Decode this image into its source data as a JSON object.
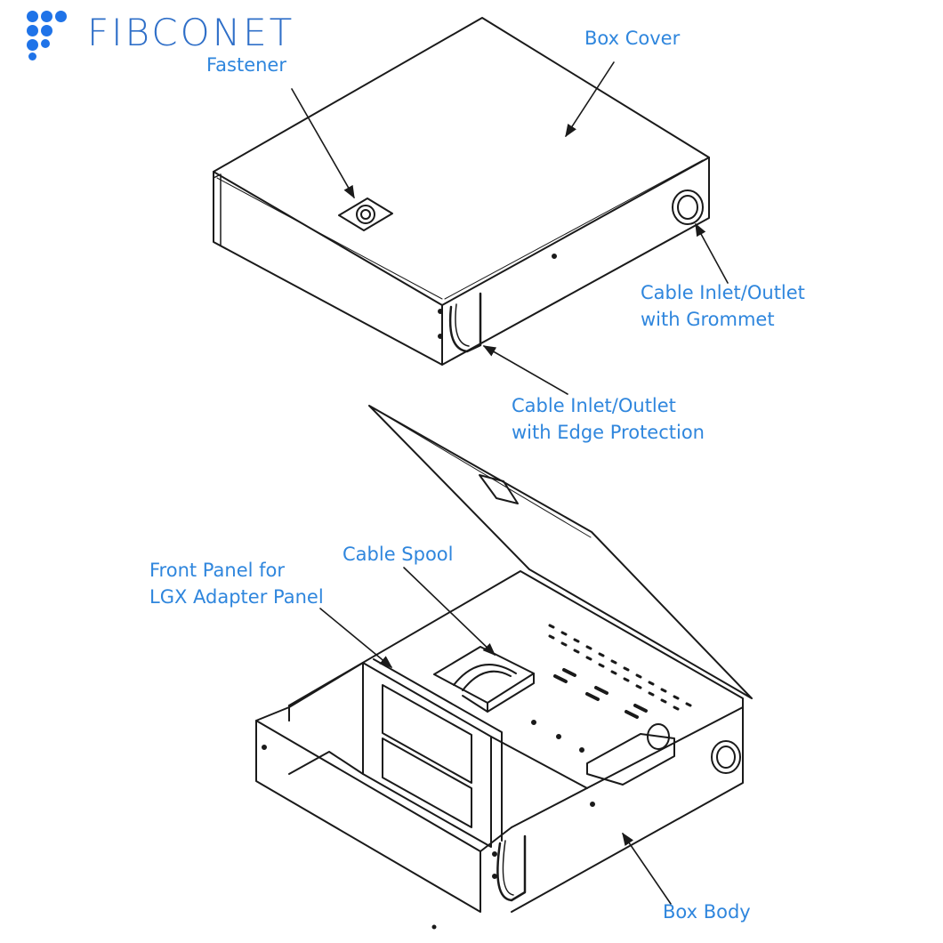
{
  "brand": {
    "name": "FIBCONET",
    "color": "#1f73e8"
  },
  "label_color": "#2f86dd",
  "labels": {
    "box_cover": [
      "Box Cover"
    ],
    "fastener": [
      "Fastener"
    ],
    "cable_grommet": [
      "Cable Inlet/Outlet",
      "with Grommet"
    ],
    "cable_edge": [
      "Cable Inlet/Outlet",
      "with Edge Protection"
    ],
    "cable_spool": [
      "Cable Spool"
    ],
    "front_panel": [
      "Front Panel for",
      "LGX Adapter Panel"
    ],
    "box_body": [
      "Box Body"
    ]
  }
}
